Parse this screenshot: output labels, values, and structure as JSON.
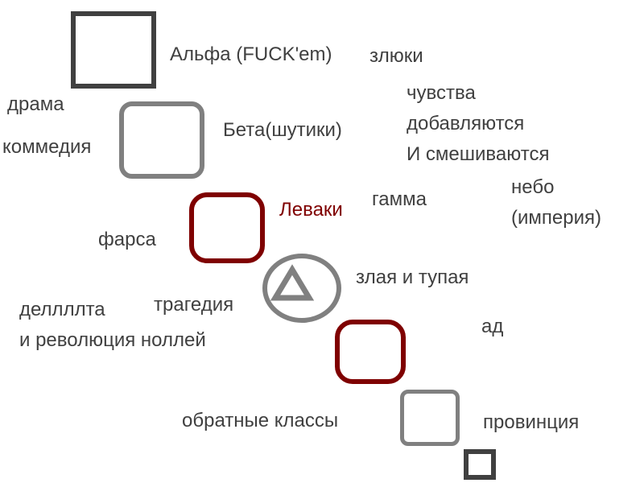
{
  "labels": {
    "alpha": "Альфа (FUCK'em)",
    "zlyuki": "злюки",
    "drama": "драма",
    "beta": "Бета(шутики)",
    "feelings_1": "чувства",
    "feelings_2": "добавляются",
    "feelings_3": "И смешиваются",
    "comedy": "коммедия",
    "leftists": "Леваки",
    "gamma": "гамма",
    "sky_1": "небо",
    "sky_2": "(империя)",
    "farce": "фарса",
    "evil": "злая и тупая",
    "tragedy": "трагедия",
    "delta_1": "деллллта",
    "delta_2": "и революция ноллей",
    "hell": "ад",
    "reverse": "обратные классы",
    "province": "провинция"
  },
  "shapes": {
    "alpha": {
      "kind": "square",
      "color": "#404040"
    },
    "beta": {
      "kind": "rounded-square",
      "color": "#808080"
    },
    "gamma": {
      "kind": "rounded-square",
      "color": "#7f0000"
    },
    "delta": {
      "kind": "ellipse-with-triangle",
      "color": "#808080"
    },
    "hell": {
      "kind": "rounded-square",
      "color": "#7f0000"
    },
    "reverse": {
      "kind": "rounded-square",
      "color": "#808080"
    },
    "bottom": {
      "kind": "square",
      "color": "#404040"
    }
  },
  "colors": {
    "text": "#404040",
    "accent": "#7f0000",
    "gray": "#808080"
  }
}
